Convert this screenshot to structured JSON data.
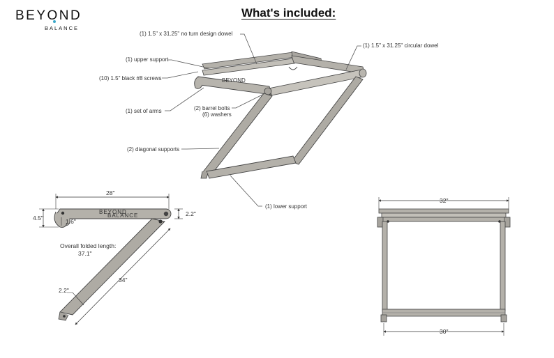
{
  "logo": {
    "brand_main": "BEYOND",
    "brand_sub": "BALANCE",
    "accent_color": "#3aa7c9"
  },
  "title": "What's included:",
  "callouts": {
    "design_dowel": "(1) 1.5\" x 31.25\" no turn design dowel",
    "circular_dowel": "(1) 1.5\" x 31.25\" circular dowel",
    "upper_support": "(1) upper support",
    "screws": "(10) 1.5\" black #8 screws",
    "arms": "(1) set of arms",
    "barrel_bolts": "(2) barrel bolts",
    "washers": "(6) washers",
    "diagonal_supports": "(2) diagonal supports",
    "lower_support": "(1) lower support"
  },
  "side_view": {
    "arm_brand": "BEYOND",
    "arm_brand_sub": "BALANCE",
    "dim_length": "28\"",
    "dim_height": "4.5\"",
    "dim_hook": "1.6\"",
    "dim_thickness_right": "2.2\"",
    "folded_label": "Overall folded length:",
    "folded_value": "37.1\"",
    "dim_diagonal": "34\"",
    "dim_thickness_left": "2.2\""
  },
  "front_view": {
    "dim_top": "32\"",
    "dim_bottom": "30\""
  },
  "colors": {
    "wood": "#b4b1aa",
    "wood_dark": "#8e8b84",
    "line": "#333333"
  }
}
